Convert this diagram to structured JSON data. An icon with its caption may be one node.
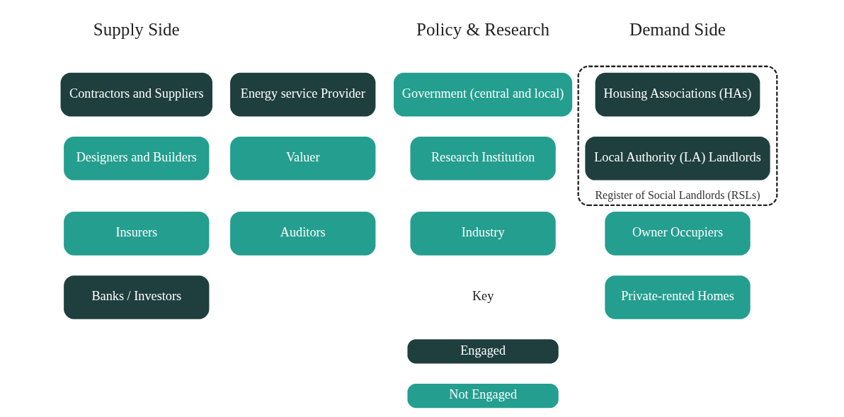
{
  "diagram": {
    "nodes": [
      {
        "text": [
          "Register of Social Landlords (RSLs)"
        ]
      },
      {
        "text": [
          "Housing Associations (HAs)"
        ],
        "in": 0
      },
      {
        "text": [
          "Local Authority (LA) Landlords"
        ],
        "in": 0
      },
      {
        "text": [
          "Owner Occupiers"
        ]
      },
      {
        "text": [
          "Private-rented Homes"
        ]
      },
      {
        "text": [
          "Contractors and Suppliers"
        ]
      },
      {
        "text": [
          "Designers and Builders"
        ]
      },
      {
        "text": [
          "Insurers"
        ]
      },
      {
        "text": [
          "Banks / Investors"
        ]
      },
      {
        "text": [
          "Energy service Provider"
        ]
      },
      {
        "text": [
          "Valuer"
        ]
      },
      {
        "text": [
          "Auditors"
        ]
      },
      {
        "text": [
          "Government (central and local)"
        ]
      },
      {
        "text": [
          "Research Institution"
        ]
      },
      {
        "text": [
          "Industry"
        ]
      }
    ],
    "labels": [
      "Demand Side",
      "Supply Side",
      "Policy & Research",
      "Key"
    ],
    "legend": [
      {
        "text": "Engaged",
        "color": "#1e3f3d"
      },
      {
        "text": "Not Engaged",
        "color": "#249e8f"
      }
    ]
  }
}
